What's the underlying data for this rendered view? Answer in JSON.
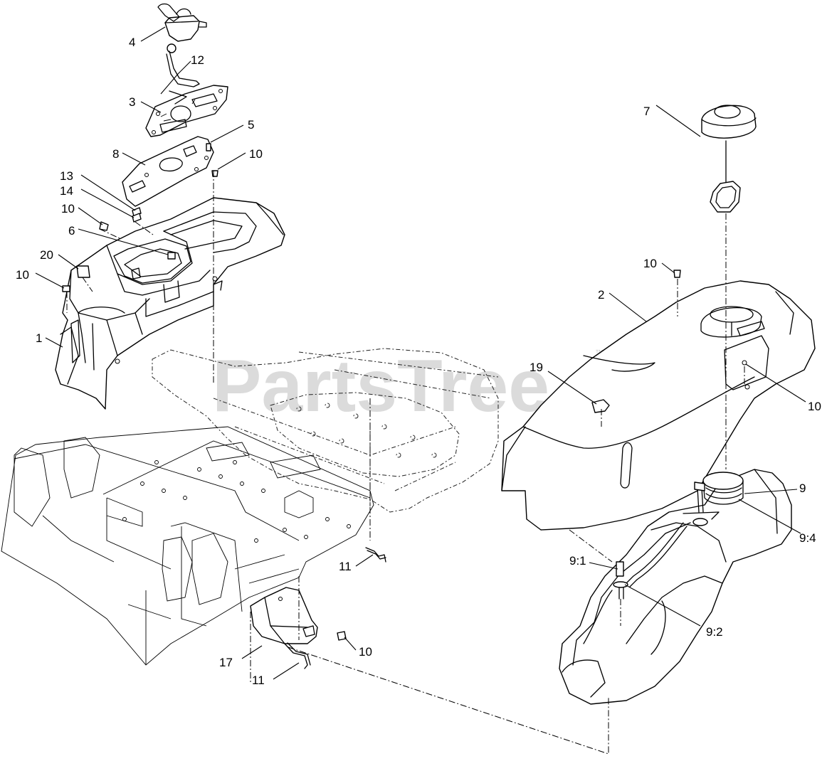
{
  "watermark": {
    "text": "PartsTree",
    "trademark": "™"
  },
  "callouts": {
    "c4": "4",
    "c12": "12",
    "c3": "3",
    "c5": "5",
    "c8": "8",
    "c10a": "10",
    "c13": "13",
    "c14": "14",
    "c10b": "10",
    "c6": "6",
    "c20": "20",
    "c10c": "10",
    "c1": "1",
    "c7": "7",
    "c10d": "10",
    "c2": "2",
    "c19": "19",
    "c10e": "10",
    "c9": "9",
    "c9_4": "9:4",
    "c9_1": "9:1",
    "c9_2": "9:2",
    "c11a": "11",
    "c17": "17",
    "c10f": "10",
    "c11b": "11"
  }
}
